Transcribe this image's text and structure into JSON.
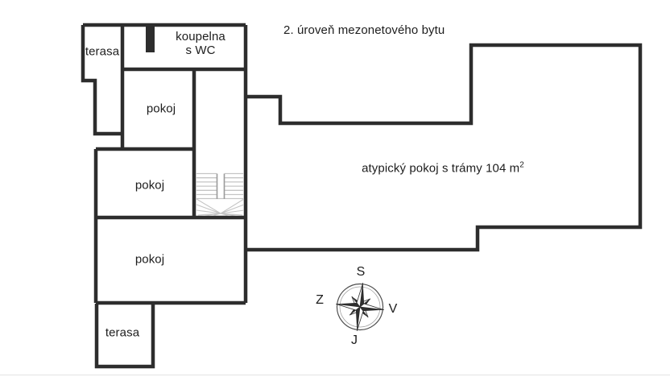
{
  "title": "2. úroveň mezonetového bytu",
  "rooms": {
    "terasa_top": {
      "label": "terasa"
    },
    "koupelna": {
      "label_line1": "koupelna",
      "label_line2": "s WC"
    },
    "pokoj_1": {
      "label": "pokoj"
    },
    "pokoj_2": {
      "label": "pokoj"
    },
    "pokoj_3": {
      "label": "pokoj"
    },
    "terasa_bottom": {
      "label": "terasa"
    },
    "atypicky_pokoj": {
      "label_main": "atypický pokoj s trámy 104 m",
      "label_sup": "2",
      "area_m2": 104
    }
  },
  "compass": {
    "north": "S",
    "west": "Z",
    "east": "V",
    "south": "J"
  },
  "colors": {
    "wall": "#2d2d2d",
    "text": "#1d1d1d",
    "stairs": "#c5c5c5",
    "stair_divider": "#9b9b9b",
    "background": "#ffffff",
    "baseline": "#eaeaea"
  }
}
